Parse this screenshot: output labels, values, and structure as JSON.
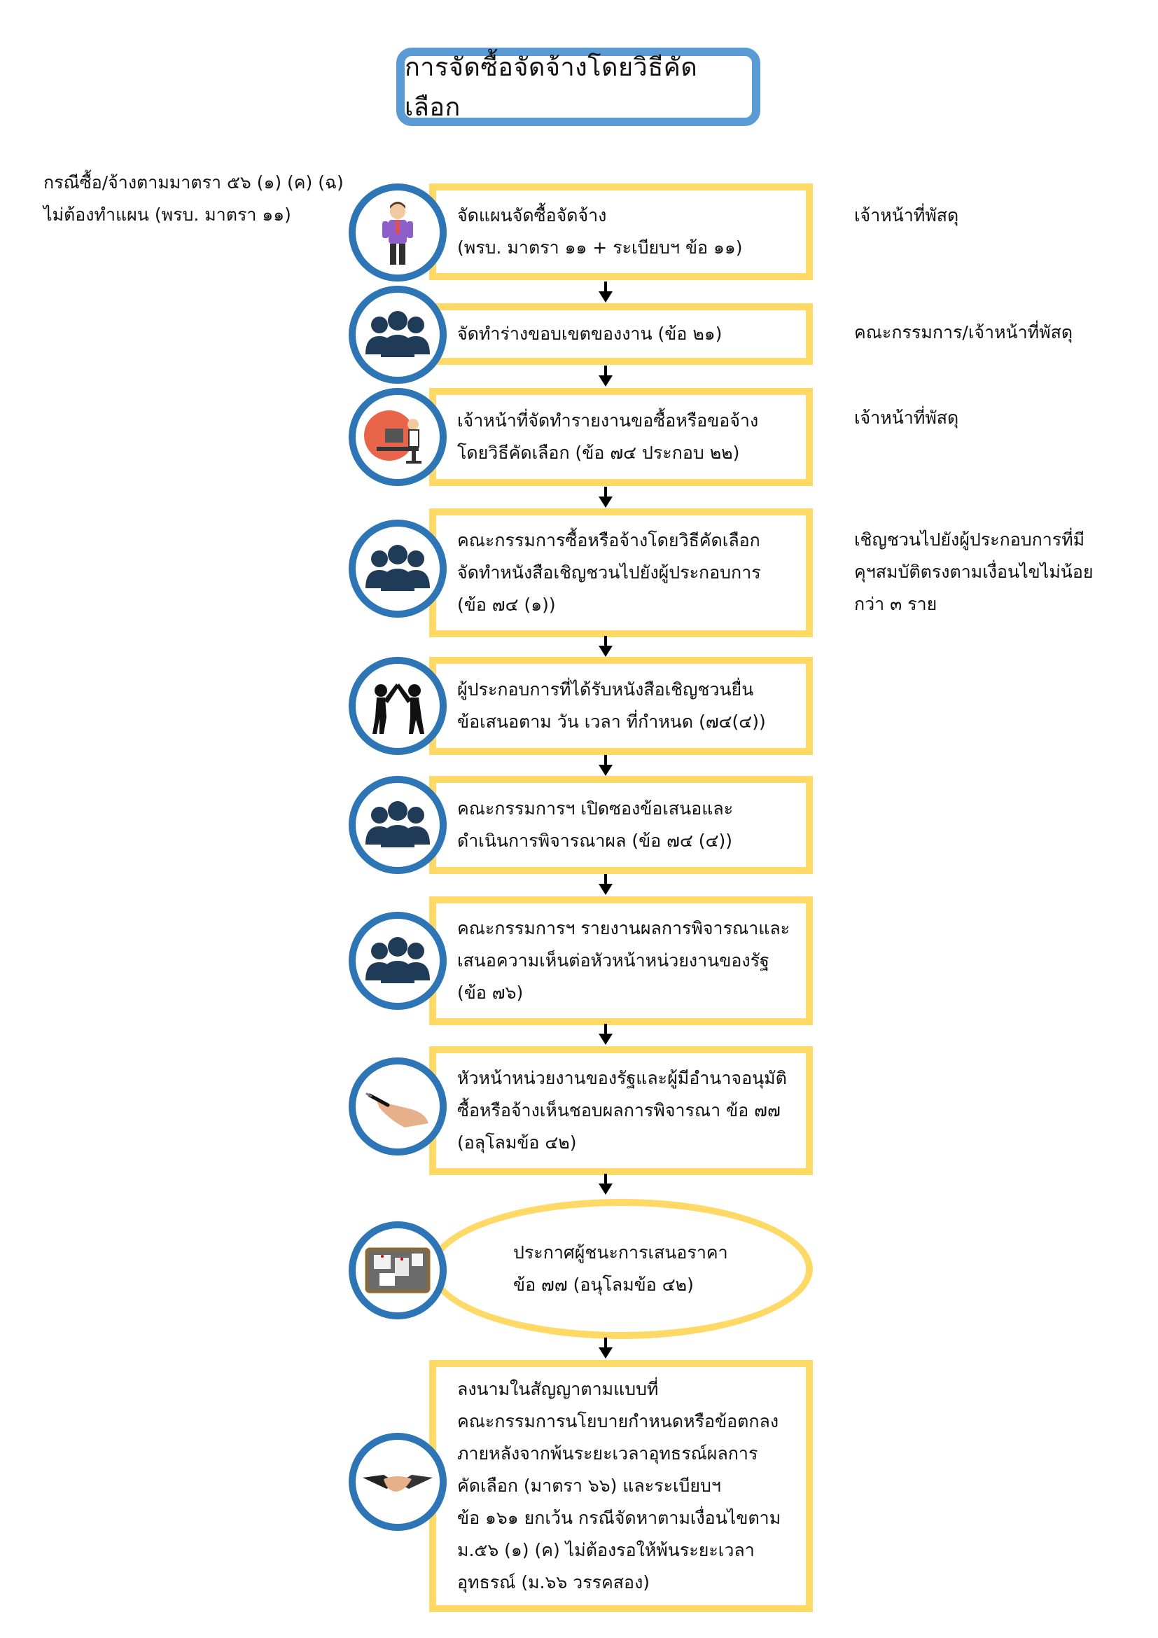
{
  "title": "การจัดซื้อจัดจ้างโดยวิธีคัดเลือก",
  "left_note": {
    "lines": [
      "กรณีซื้อ/จ้างตามมาตรา ๕๖ (๑) (ค) (ฉ)",
      "ไม่ต้องทำแผน (พรบ. มาตรา ๑๑)"
    ]
  },
  "steps": [
    {
      "lines": [
        "จัดแผนจัดซื้อจัดจ้าง",
        "(พรบ. มาตรา ๑๑ + ระเบียบฯ ข้อ ๑๑)"
      ],
      "side": [
        "เจ้าหน้าที่พัสดุ"
      ],
      "icon": "person-icon"
    },
    {
      "lines": [
        "จัดทำร่างขอบเขตของงาน (ข้อ ๒๑)"
      ],
      "side": [
        "คณะกรรมการ/เจ้าหน้าที่พัสดุ"
      ],
      "icon": "group-icon"
    },
    {
      "lines": [
        "เจ้าหน้าที่จัดทำรายงานขอซื้อหรือขอจ้าง",
        "โดยวิธีคัดเลือก (ข้อ ๗๔ ประกอบ ๒๒)"
      ],
      "side": [
        "เจ้าหน้าที่พัสดุ"
      ],
      "icon": "office-worker-icon"
    },
    {
      "lines": [
        "คณะกรรมการซื้อหรือจ้างโดยวิธีคัดเลือก",
        "จัดทำหนังสือเชิญชวนไปยังผู้ประกอบการ",
        "(ข้อ ๗๔ (๑))"
      ],
      "side": [
        "เชิญชวนไปยังผู้ประกอบการที่มี",
        "คุฯสมบัติตรงตามเงื่อนไขไม่น้อย",
        "กว่า ๓ ราย"
      ],
      "icon": "group-icon"
    },
    {
      "lines": [
        "ผู้ประกอบการที่ได้รับหนังสือเชิญชวนยื่น",
        "ข้อเสนอตาม วัน เวลา ที่กำหนด (๗๔(๔))"
      ],
      "side": [],
      "icon": "high-five-icon"
    },
    {
      "lines": [
        "คณะกรรมการฯ เปิดซองข้อเสนอและ",
        "ดำเนินการพิจารณาผล (ข้อ ๗๔ (๔))"
      ],
      "side": [],
      "icon": "group-icon"
    },
    {
      "lines": [
        "คณะกรรมการฯ รายงานผลการพิจารณาและ",
        "เสนอความเห็นต่อหัวหน้าหน่วยงานของรัฐ",
        "(ข้อ ๗๖)"
      ],
      "side": [],
      "icon": "group-icon"
    },
    {
      "lines": [
        "หัวหน้าหน่วยงานของรัฐและผู้มีอำนาจอนุมัติ",
        "ซื้อหรือจ้างเห็นชอบผลการพิจารณา ข้อ ๗๗",
        "(อลุโลมข้อ ๔๒)"
      ],
      "side": [],
      "icon": "signing-hand-icon"
    }
  ],
  "oval_step": {
    "lines": [
      "ประกาศผู้ชนะการเสนอราคา",
      "ข้อ ๗๗ (อนุโลมข้อ ๔๒)"
    ],
    "icon": "bulletin-board-icon"
  },
  "final_step": {
    "lines": [
      "ลงนามในสัญญาตามแบบที่",
      "คณะกรรมการนโยบายกำหนดหรือข้อตกลง",
      "ภายหลังจากพ้นระยะเวลาอุทธรณ์ผลการ",
      "คัดเลือก (มาตรา ๖๖) และระเบียบฯ",
      "ข้อ ๑๖๑ ยกเว้น กรณีจัดหาตามเงื่อนไขตาม",
      "ม.๕๖ (๑) (ค) ไม่ต้องรอให้พ้นระยะเวลา",
      "อุทธรณ์ (ม.๖๖ วรรคสอง)"
    ],
    "icon": "handshake-icon"
  },
  "colors": {
    "title_border": "#5b9bd5",
    "step_border": "#ffd966",
    "circle_border": "#2e75b6",
    "icon_fill": "#1f3b57"
  }
}
